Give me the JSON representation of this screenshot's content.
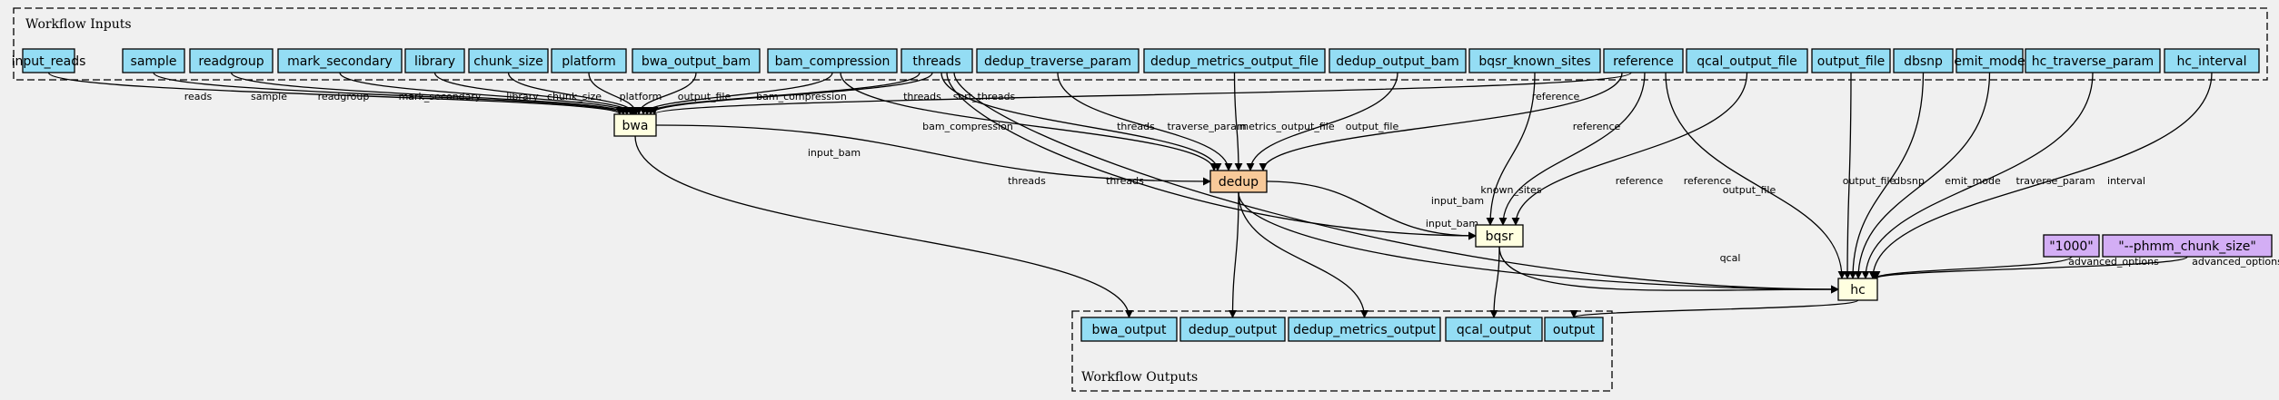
{
  "clusters": {
    "inputs_title": "Workflow Inputs",
    "outputs_title": "Workflow Outputs"
  },
  "inputs": [
    {
      "id": "input_reads",
      "label": "input_reads"
    },
    {
      "id": "sample",
      "label": "sample"
    },
    {
      "id": "readgroup",
      "label": "readgroup"
    },
    {
      "id": "mark_secondary",
      "label": "mark_secondary"
    },
    {
      "id": "library",
      "label": "library"
    },
    {
      "id": "chunk_size",
      "label": "chunk_size"
    },
    {
      "id": "platform",
      "label": "platform"
    },
    {
      "id": "bwa_output_bam",
      "label": "bwa_output_bam"
    },
    {
      "id": "bam_compression",
      "label": "bam_compression"
    },
    {
      "id": "threads",
      "label": "threads"
    },
    {
      "id": "dedup_traverse_param",
      "label": "dedup_traverse_param"
    },
    {
      "id": "dedup_metrics_output_file",
      "label": "dedup_metrics_output_file"
    },
    {
      "id": "dedup_output_bam",
      "label": "dedup_output_bam"
    },
    {
      "id": "bqsr_known_sites",
      "label": "bqsr_known_sites"
    },
    {
      "id": "reference",
      "label": "reference"
    },
    {
      "id": "qcal_output_file",
      "label": "qcal_output_file"
    },
    {
      "id": "output_file",
      "label": "output_file"
    },
    {
      "id": "dbsnp",
      "label": "dbsnp"
    },
    {
      "id": "emit_mode",
      "label": "emit_mode"
    },
    {
      "id": "hc_traverse_param",
      "label": "hc_traverse_param"
    },
    {
      "id": "hc_interval",
      "label": "hc_interval"
    }
  ],
  "steps": [
    {
      "id": "bwa",
      "label": "bwa"
    },
    {
      "id": "dedup",
      "label": "dedup"
    },
    {
      "id": "bqsr",
      "label": "bqsr"
    },
    {
      "id": "hc",
      "label": "hc"
    }
  ],
  "constants": [
    {
      "id": "const_1000",
      "label": "\"1000\""
    },
    {
      "id": "const_phmm",
      "label": "\"--phmm_chunk_size\""
    }
  ],
  "outputs": [
    {
      "id": "bwa_output",
      "label": "bwa_output"
    },
    {
      "id": "dedup_output",
      "label": "dedup_output"
    },
    {
      "id": "dedup_metrics_output",
      "label": "dedup_metrics_output"
    },
    {
      "id": "qcal_output",
      "label": "qcal_output"
    },
    {
      "id": "output",
      "label": "output"
    }
  ],
  "edges": [
    {
      "from": "input_reads",
      "to": "bwa",
      "label": "reads"
    },
    {
      "from": "sample",
      "to": "bwa",
      "label": "sample"
    },
    {
      "from": "readgroup",
      "to": "bwa",
      "label": "readgroup"
    },
    {
      "from": "mark_secondary",
      "to": "bwa",
      "label": "mark_secondary"
    },
    {
      "from": "library",
      "to": "bwa",
      "label": "library"
    },
    {
      "from": "chunk_size",
      "to": "bwa",
      "label": "chunk_size"
    },
    {
      "from": "platform",
      "to": "bwa",
      "label": "platform"
    },
    {
      "from": "bwa_output_bam",
      "to": "bwa",
      "label": "output_file"
    },
    {
      "from": "bam_compression",
      "to": "bwa",
      "label": "bam_compression"
    },
    {
      "from": "threads",
      "to": "bwa",
      "label": "threads"
    },
    {
      "from": "threads",
      "to": "bwa",
      "label": "sort_threads"
    },
    {
      "from": "reference",
      "to": "bwa",
      "label": "reference"
    },
    {
      "from": "bwa",
      "to": "dedup",
      "label": "input_bam"
    },
    {
      "from": "bam_compression",
      "to": "dedup",
      "label": "bam_compression"
    },
    {
      "from": "threads",
      "to": "dedup",
      "label": "threads"
    },
    {
      "from": "dedup_traverse_param",
      "to": "dedup",
      "label": "traverse_param"
    },
    {
      "from": "dedup_metrics_output_file",
      "to": "dedup",
      "label": "metrics_output_file"
    },
    {
      "from": "dedup_output_bam",
      "to": "dedup",
      "label": "output_file"
    },
    {
      "from": "reference",
      "to": "dedup",
      "label": "reference"
    },
    {
      "from": "threads",
      "to": "bqsr",
      "label": "threads"
    },
    {
      "from": "dedup",
      "to": "bqsr",
      "label": "input_bam"
    },
    {
      "from": "bqsr_known_sites",
      "to": "bqsr",
      "label": "known_sites"
    },
    {
      "from": "reference",
      "to": "bqsr",
      "label": "reference"
    },
    {
      "from": "qcal_output_file",
      "to": "bqsr",
      "label": "output_file"
    },
    {
      "from": "threads",
      "to": "hc",
      "label": "threads"
    },
    {
      "from": "dedup",
      "to": "hc",
      "label": "input_bam"
    },
    {
      "from": "bqsr",
      "to": "hc",
      "label": "qcal"
    },
    {
      "from": "reference",
      "to": "hc",
      "label": "reference"
    },
    {
      "from": "output_file",
      "to": "hc",
      "label": "output_file"
    },
    {
      "from": "dbsnp",
      "to": "hc",
      "label": "dbsnp"
    },
    {
      "from": "emit_mode",
      "to": "hc",
      "label": "emit_mode"
    },
    {
      "from": "hc_traverse_param",
      "to": "hc",
      "label": "traverse_param"
    },
    {
      "from": "hc_interval",
      "to": "hc",
      "label": "interval"
    },
    {
      "from": "const_1000",
      "to": "hc",
      "label": "advanced_options"
    },
    {
      "from": "const_phmm",
      "to": "hc",
      "label": "advanced_options"
    },
    {
      "from": "bwa",
      "to": "bwa_output",
      "label": ""
    },
    {
      "from": "dedup",
      "to": "dedup_output",
      "label": ""
    },
    {
      "from": "dedup",
      "to": "dedup_metrics_output",
      "label": ""
    },
    {
      "from": "bqsr",
      "to": "qcal_output",
      "label": ""
    },
    {
      "from": "hc",
      "to": "output",
      "label": ""
    }
  ]
}
